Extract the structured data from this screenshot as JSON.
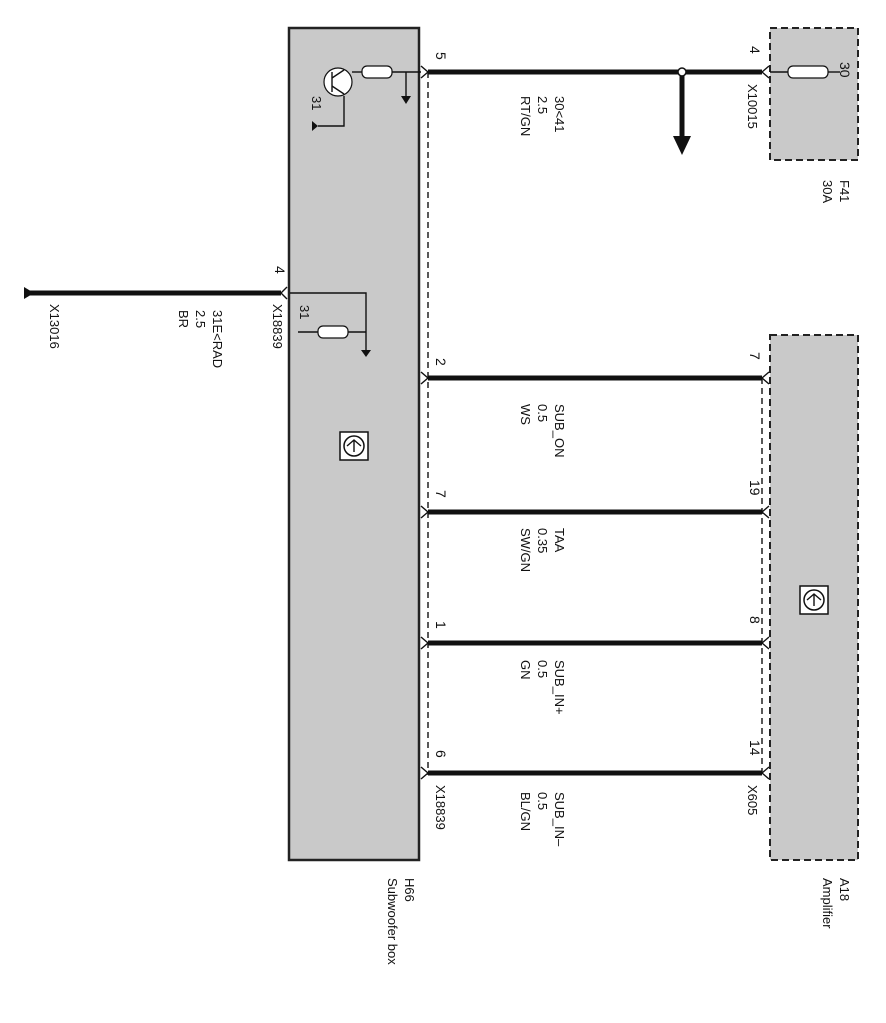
{
  "components": {
    "subwoofer": {
      "id": "H66",
      "name": "Subwoofer box",
      "connector": "X18839",
      "ground_pin_label": "31"
    },
    "amplifier": {
      "id": "A18",
      "name": "Amplifier",
      "connector": "X605"
    },
    "fuse": {
      "id": "F41",
      "rating": "30A",
      "connector": "X10015",
      "pin": "4",
      "terminal": "30"
    }
  },
  "ground": {
    "connector": "X13016",
    "pin": "4",
    "connector_h66": "X18839",
    "signal": "31E<RAD",
    "gauge": "2.5",
    "color": "BR",
    "local_label": "31"
  },
  "power_wire": {
    "pin_h66": "5",
    "signal": "30<41",
    "gauge": "2.5",
    "color": "RT/GN"
  },
  "wires": [
    {
      "signal": "SUB_ON",
      "gauge": "0.5",
      "color": "WS",
      "pin_h66": "2",
      "pin_a18": "7"
    },
    {
      "signal": "TAA",
      "gauge": "0.35",
      "color": "SW/GN",
      "pin_h66": "7",
      "pin_a18": "19"
    },
    {
      "signal": "SUB_IN+",
      "gauge": "0.5",
      "color": "GN",
      "pin_h66": "1",
      "pin_a18": "8"
    },
    {
      "signal": "SUB_IN–",
      "gauge": "0.5",
      "color": "BL/GN",
      "pin_h66": "6",
      "pin_a18": "14"
    }
  ]
}
